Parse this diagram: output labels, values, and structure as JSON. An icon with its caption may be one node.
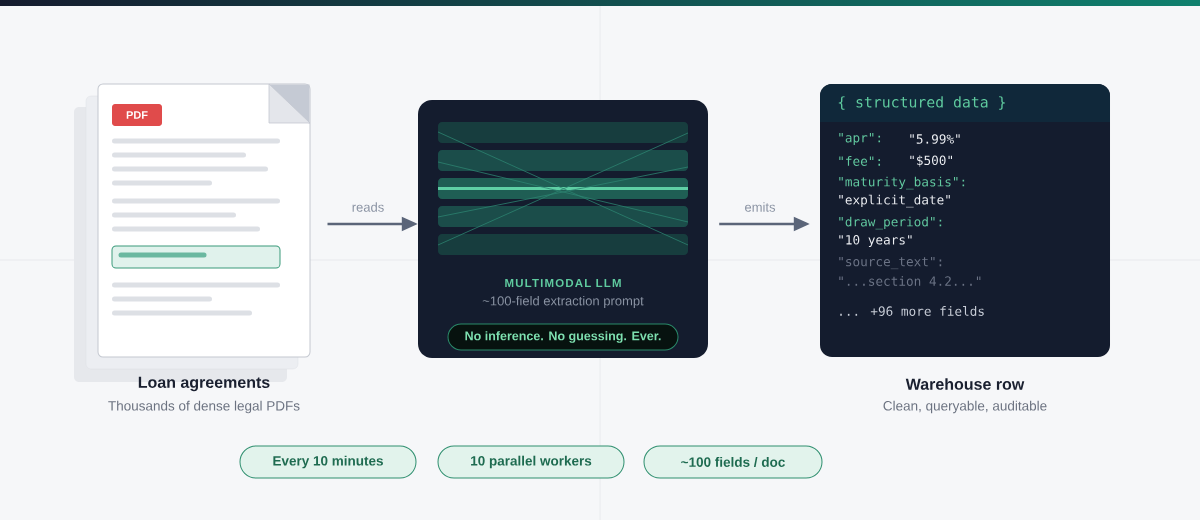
{
  "diagram": {
    "nodes": [
      {
        "text": [
          "Loan agreements"
        ],
        "beside": [
          "Thousands of dense legal PDFs"
        ]
      },
      {
        "text": [
          "MULTIMODAL LLM",
          "~100-field extraction prompt"
        ]
      },
      {
        "text": [
          "No inference. No guessing. Ever."
        ],
        "in": 1
      },
      {
        "text": [
          "{ structured data }",
          "\"apr\":",
          "\"5.99%\"",
          "\"fee\":",
          "\"$500\"",
          "\"maturity_basis\":",
          "\"explicit_date\"",
          "\"draw_period\":",
          "\"10 years\"",
          "\"source_text\":",
          "\"...section 4.2...\"",
          "... +96 more fields",
          "Warehouse row"
        ],
        "beside": [
          "Clean, queryable, auditable"
        ]
      },
      {
        "text": [
          "Every 10 minutes"
        ]
      },
      {
        "text": [
          "10 parallel workers"
        ]
      },
      {
        "text": [
          "~100 fields / doc"
        ]
      }
    ],
    "edges": [
      {
        "from": 0,
        "to": 1,
        "arrow": "to",
        "label": "reads"
      },
      {
        "from": 1,
        "to": 3,
        "arrow": "to",
        "label": "emits"
      }
    ],
    "labels": [
      "PDF"
    ]
  }
}
